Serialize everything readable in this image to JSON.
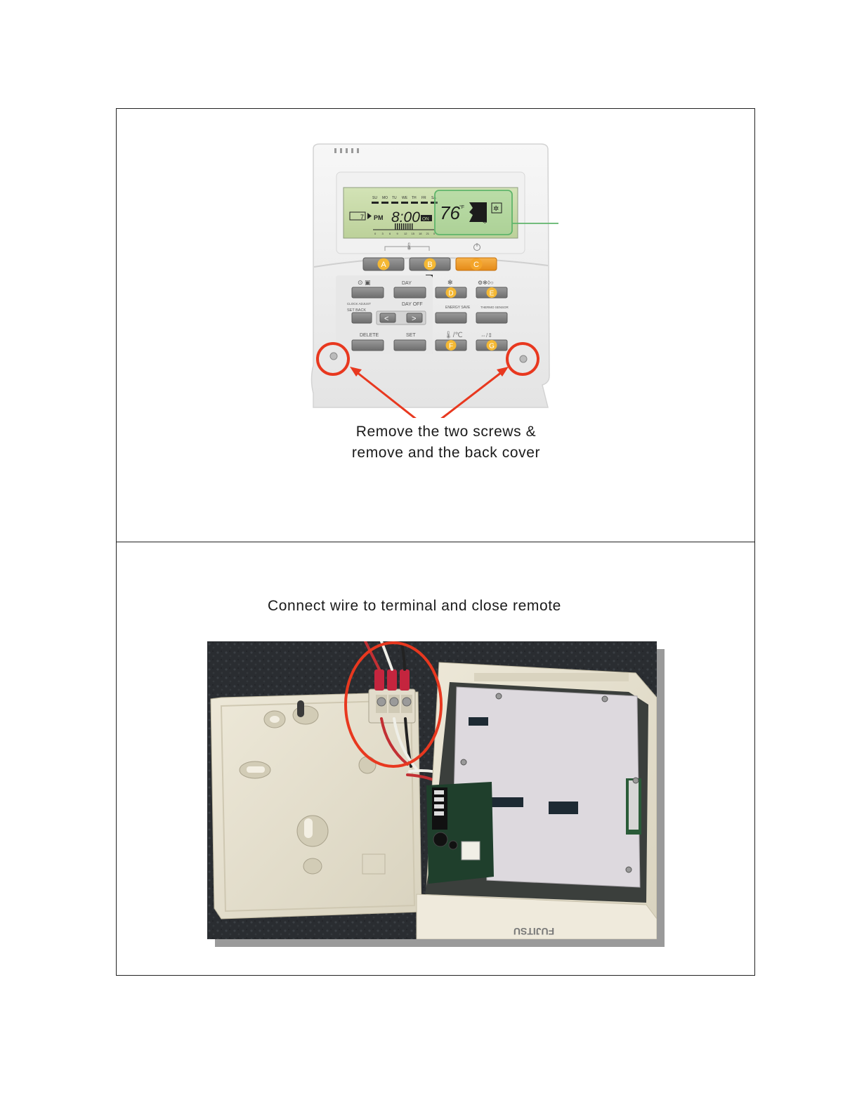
{
  "step1": {
    "caption_line1": "Remove the two screws &",
    "caption_line2": "remove and the back cover",
    "remote": {
      "days": [
        "SU",
        "MO",
        "TU",
        "WE",
        "TH",
        "FR",
        "SA"
      ],
      "program_number": "7",
      "ampm": "PM",
      "clock": "8:00",
      "clock_tag": "ON",
      "temperature": "76",
      "temp_unit": "°F",
      "timeline_ticks": [
        "0",
        "3",
        "6",
        "9",
        "12",
        "15",
        "18",
        "21",
        "0"
      ],
      "top_keys": {
        "A": "A",
        "B": "B",
        "C": "C"
      },
      "keys": {
        "D": "D",
        "E": "E",
        "F": "F",
        "G": "G",
        "day": "DAY",
        "day_off": "DAY OFF",
        "clock_adjust": "CLOCK ADJUST",
        "set_back": "SET BACK",
        "energy_save": "ENERGY SAVE",
        "thermo_sensor": "THERMO SENSOR",
        "delete": "DELETE",
        "set": "SET"
      }
    },
    "colors": {
      "callout": "#e8381f",
      "lcd": "#c8dba8",
      "key_orange": "#f2a231",
      "key_letter": "#f4b834",
      "lcd_highlight": "#5fb56b"
    }
  },
  "step2": {
    "caption": "Connect wire to terminal and close remote",
    "brand_logo": "FUJITSU",
    "colors": {
      "background": "#2c2f33",
      "case": "#e9e4d3",
      "circle": "#e8381f"
    }
  }
}
